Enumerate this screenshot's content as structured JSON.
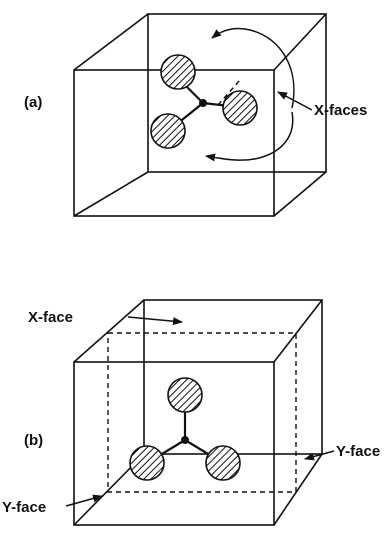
{
  "panel_a": {
    "label": "(a)",
    "annotation": "X-faces"
  },
  "panel_b": {
    "label": "(b)",
    "annotation_top": "X-face",
    "annotation_right": "Y-face",
    "annotation_left": "Y-face"
  }
}
